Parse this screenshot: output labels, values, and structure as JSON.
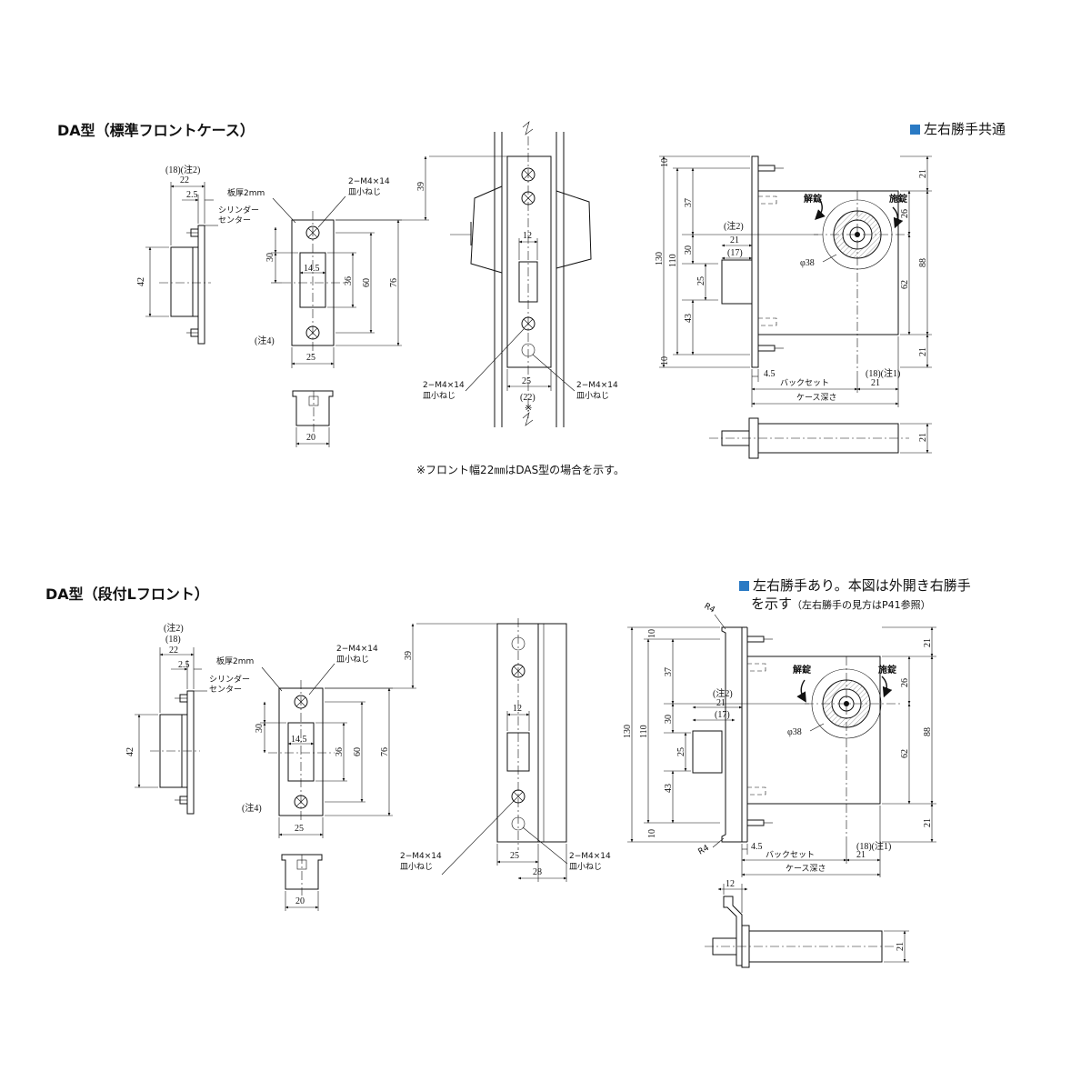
{
  "section1": {
    "title": "DA型（標準フロントケース）",
    "note": "左右勝手共通",
    "footnote": "※フロント幅22㎜はDAS型の場合を示す。"
  },
  "section2": {
    "title": "DA型（段付Lフロント）",
    "note_line1": "左右勝手あり。本図は外開き右勝手",
    "note_line2": "を示す",
    "note_small": "（左右勝手の見方はP41参照）"
  },
  "labels": {
    "plate_thickness": "板厚2mm",
    "screw1": "2−M4×14",
    "screw2": "皿小ねじ",
    "cyl1": "シリンダー",
    "cyl2": "センター",
    "note2": "(注2)",
    "note4": "(注4)",
    "note1": "(18)(注1)",
    "note18_2": "(18)(注2)",
    "unlock": "解錠",
    "lock": "施錠",
    "backset": "バックセット",
    "case_depth": "ケース深さ",
    "asterisk": "※",
    "r4": "R4"
  },
  "dims": {
    "d18": "(18)",
    "d22": "22",
    "d2_5": "2.5",
    "d42": "42",
    "d39": "39",
    "d30": "30",
    "d14_5": "14.5",
    "d36": "36",
    "d60": "60",
    "d76": "76",
    "d25": "25",
    "d20": "20",
    "d12": "12",
    "d22p": "(22)",
    "d10": "10",
    "d37": "37",
    "d130": "130",
    "d110": "110",
    "d43": "43",
    "d21": "21",
    "d17": "(17)",
    "d38": "φ38",
    "d26": "26",
    "d88": "88",
    "d62": "62",
    "d4_5": "4.5",
    "d28": "28"
  }
}
